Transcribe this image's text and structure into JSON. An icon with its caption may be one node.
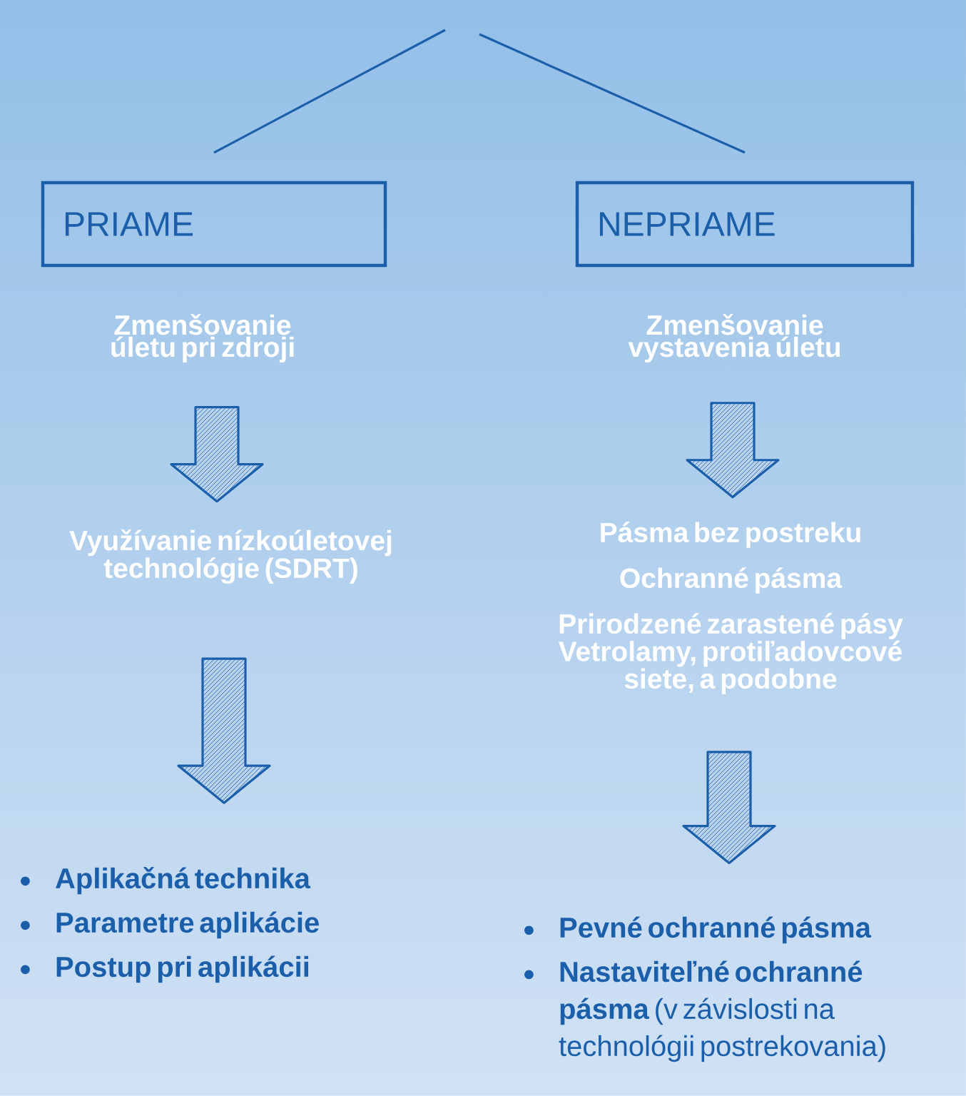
{
  "diagram": {
    "nodes": [
      {
        "text": [
          "PRIAME"
        ]
      },
      {
        "text": [
          "NEPRIAME"
        ]
      },
      {
        "text": [
          "Zmenšovanie úletu pri zdroji"
        ]
      },
      {
        "text": [
          "Zmenšovanie vystavenia úletu"
        ]
      },
      {
        "text": [
          "Využívanie nízkoúletovej technológie (SDRT)"
        ]
      },
      {
        "text": [
          "Pásma bez postreku",
          "Ochranné pásma",
          "Prirodzené zarastené pásy",
          "Vetrolamy, protiľadovcové siete, a podobne"
        ]
      },
      {
        "text": [
          "Aplikačná technika",
          "Parametre aplikácie",
          "Postup pri aplikácii"
        ]
      },
      {
        "text": [
          "Pevné ochranné pásma",
          "**Nastaviteľné ochranné pásma** (v závislosti na technológii postrekovania)"
        ]
      }
    ],
    "edges": [
      {
        "from": null,
        "to": 0,
        "arrow": "none"
      },
      {
        "from": null,
        "to": 1,
        "arrow": "none"
      },
      {
        "from": 2,
        "to": 4,
        "arrow": "to"
      },
      {
        "from": 3,
        "to": 5,
        "arrow": "to"
      },
      {
        "from": 4,
        "to": 6,
        "arrow": "to"
      },
      {
        "from": 5,
        "to": 7,
        "arrow": "to"
      }
    ]
  }
}
